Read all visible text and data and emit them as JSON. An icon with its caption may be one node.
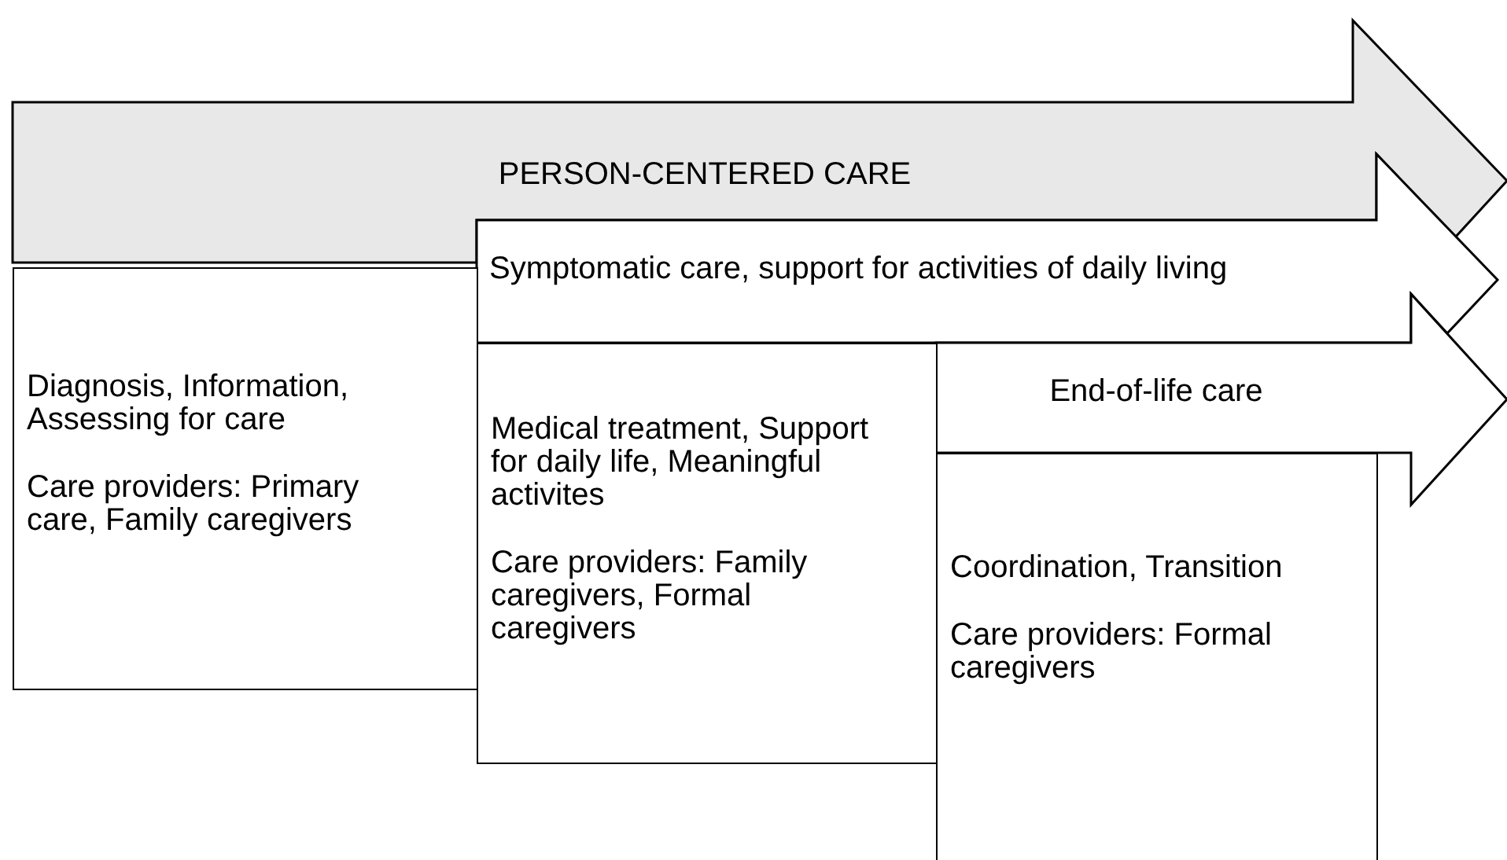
{
  "diagram": {
    "nodes": [
      {
        "text": [
          "PERSON-CENTERED CARE"
        ]
      },
      {
        "text": [
          "Symptomatic care, support for activities of daily living"
        ]
      },
      {
        "text": [
          "End-of-life care"
        ]
      },
      {
        "text": [
          "Diagnosis, Information, Assessing for care",
          "Care providers: Primary care, Family caregivers"
        ]
      },
      {
        "text": [
          "Medical treatment, Support for daily life, Meaningful activites",
          "Care providers: Family caregivers, Formal caregivers"
        ]
      },
      {
        "text": [
          "Coordination, Transition",
          "Care providers: Formal caregivers"
        ]
      }
    ]
  }
}
